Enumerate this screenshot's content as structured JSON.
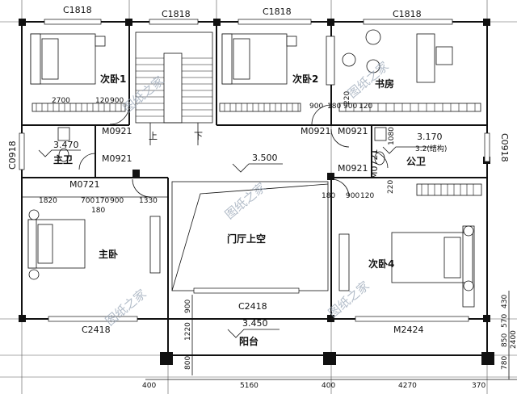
{
  "rooms": {
    "bedroom1": "次卧1",
    "bedroom2": "次卧2",
    "study": "书房",
    "master_bath": "主卫",
    "public_bath": "公卫",
    "master_bedroom": "主卧",
    "bedroom4": "次卧4",
    "void": "门厅上空",
    "balcony": "阳台"
  },
  "windows": {
    "top1": "C1818",
    "top2": "C1818",
    "top3": "C1818",
    "top4": "C1818",
    "left": "C0918",
    "right": "C0918",
    "mid_bottom": "C2418",
    "bottom_left": "C2418",
    "balcony_door": "M2424"
  },
  "doors": {
    "d1": "M0921",
    "d2": "M0921",
    "d3": "M0921",
    "d4": "M0921",
    "d5": "M0921",
    "d6": "M0721",
    "d7": "M0721"
  },
  "stair": {
    "up": "上",
    "down": "下"
  },
  "elevations": {
    "hall": "3.500",
    "master_bath": "3.470",
    "public_bath": "3.170",
    "public_bath_note": "3.2(结构)",
    "balcony": "3.450"
  },
  "dims_top_row": {
    "a": "2700",
    "b": "120",
    "c": "900",
    "d": "900",
    "e": "180",
    "f": "900",
    "g": "120"
  },
  "dims_mid_row": {
    "a": "1820",
    "b": "700",
    "c": "170",
    "d": "900",
    "e": "1330",
    "f": "180",
    "g": "180",
    "h": "900",
    "i": "120"
  },
  "dims_bottom": {
    "a": "400",
    "b": "5160",
    "c": "400",
    "d": "4270",
    "e": "370"
  },
  "dims_vertical": {
    "a": "900",
    "b": "1220",
    "c": "800",
    "d": "1080",
    "e": "220",
    "f": "220",
    "g": "430",
    "h": "570",
    "i": "850",
    "j": "780",
    "k": "2400"
  },
  "watermark": "图纸之家"
}
